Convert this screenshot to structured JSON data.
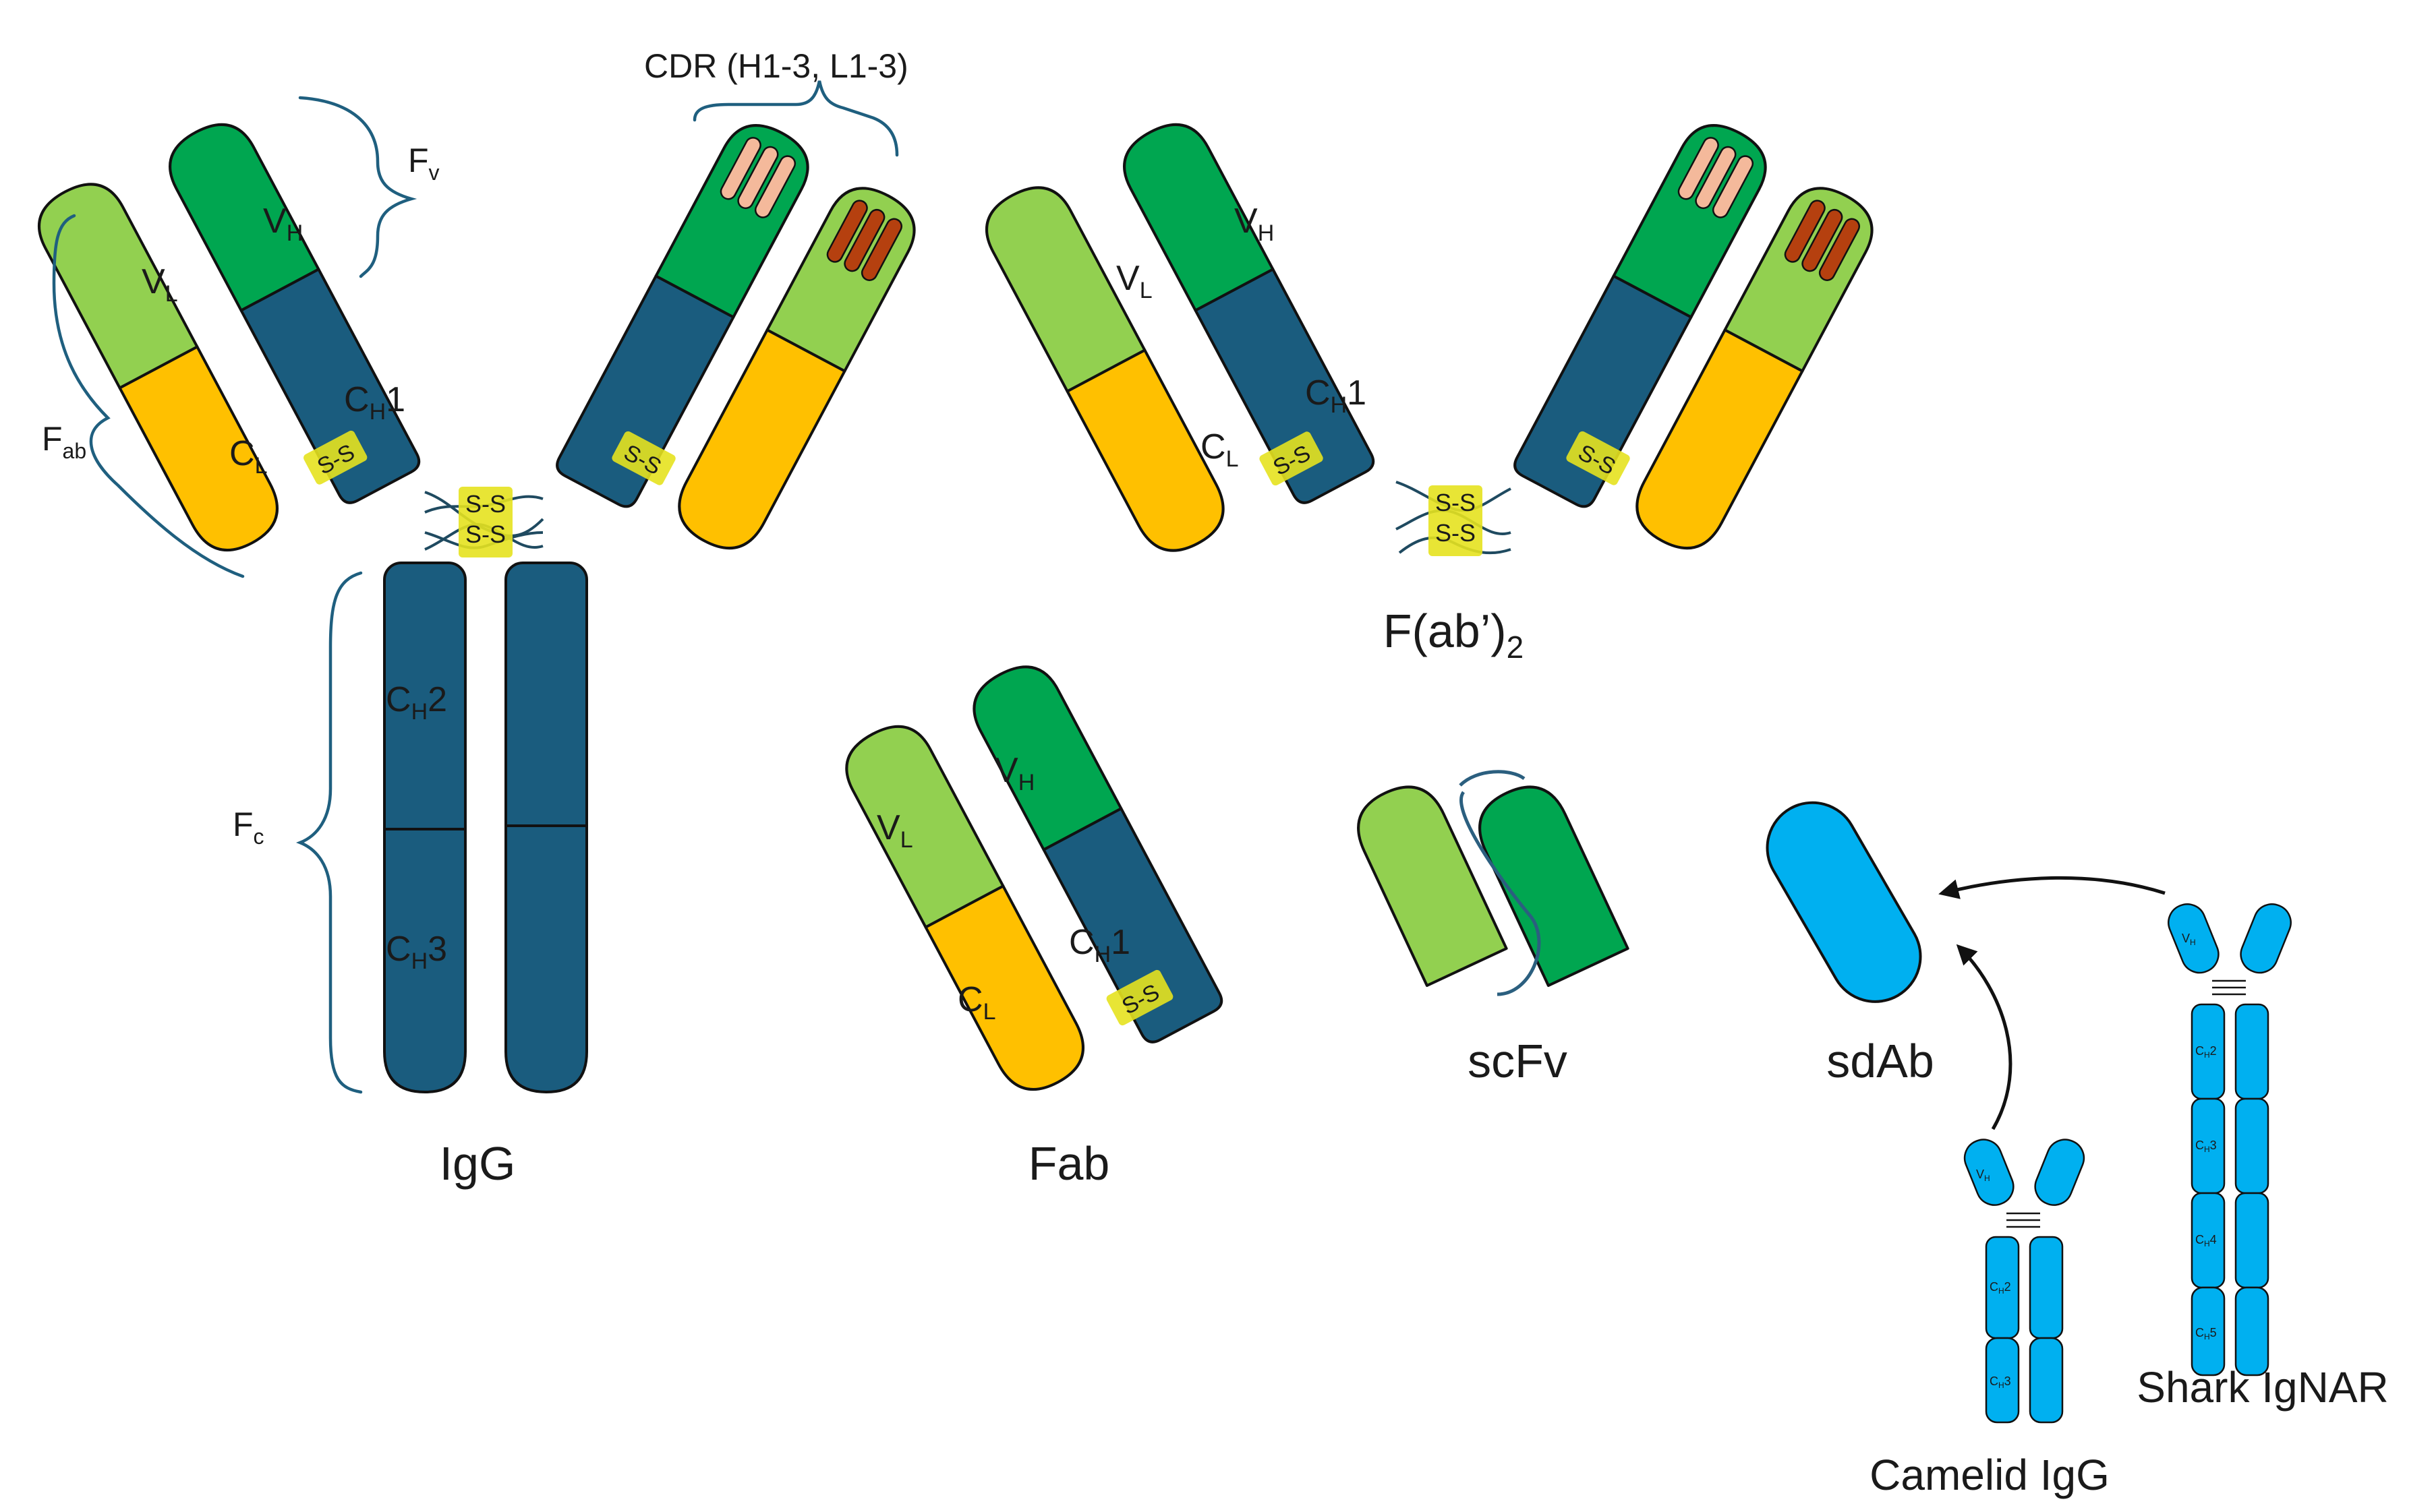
{
  "colors": {
    "vl": "#92d050",
    "vh": "#00a650",
    "cl": "#ffc000",
    "ch": "#1a5c7e",
    "ss": "#e5e21f",
    "cdr_light": "#f4b99b",
    "cdr_dark": "#b5400f",
    "sdab": "#00b0f0",
    "linker": "#2b5f7f"
  },
  "labels": {
    "cdr": "CDR (H1-3, L1-3)",
    "fv_main": "F",
    "fv_sub": "v",
    "fab_main": "F",
    "fab_sub": "ab",
    "fc_main": "F",
    "fc_sub": "c",
    "vl_main": "V",
    "vl_sub": "L",
    "vh_main": "V",
    "vh_sub": "H",
    "cl_main": "C",
    "cl_sub": "L",
    "ch1_main": "C",
    "ch1_sub": "H",
    "ch1_suffix": "1",
    "ch2_main": "C",
    "ch2_sub": "H",
    "ch2_suffix": "2",
    "ch3_main": "C",
    "ch3_sub": "H",
    "ch3_suffix": "3",
    "ch4_suffix": "4",
    "ch5_suffix": "5",
    "ss": "S-S",
    "igg": "IgG",
    "fab2_main": "F(ab’)",
    "fab2_sub": "2",
    "fab": "Fab",
    "scfv": "scFv",
    "sdab": "sdAb",
    "camelid": "Camelid IgG",
    "shark": "Shark IgNAR"
  }
}
